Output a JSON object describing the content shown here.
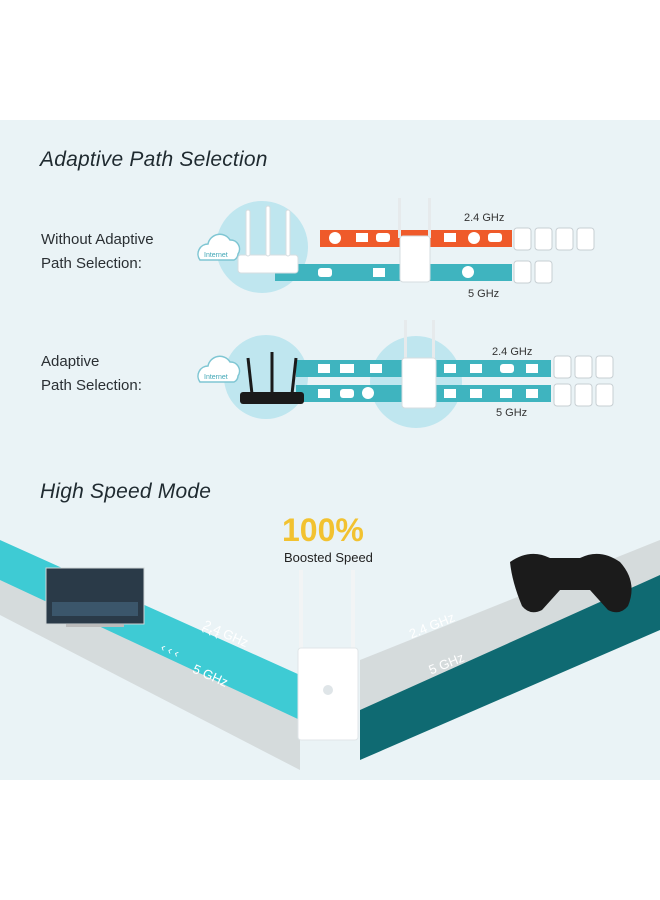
{
  "sections": {
    "adaptive_title": "Adaptive Path Selection",
    "without_label_line1": "Without Adaptive",
    "without_label_line2": "Path Selection:",
    "with_label_line1": "Adaptive",
    "with_label_line2": "Path Selection:",
    "high_speed_title": "High Speed Mode"
  },
  "bands": {
    "band_24": "2.4 GHz",
    "band_5": "5 GHz"
  },
  "cloud_label": "Internet",
  "boost": {
    "percent": "100%",
    "caption": "Boosted Speed"
  },
  "colors": {
    "orange": "#ef5a2a",
    "teal": "#3fb4bf",
    "dark_teal": "#0f6a72",
    "light_teal": "#3ecbd4",
    "gray_band": "#cfd4d6",
    "accent_yellow": "#f2c230"
  },
  "icons": [
    "envelope-icon",
    "gamepad-icon",
    "folder-icon",
    "play-icon",
    "video-icon",
    "wifi-icon",
    "hourglass-icon"
  ]
}
